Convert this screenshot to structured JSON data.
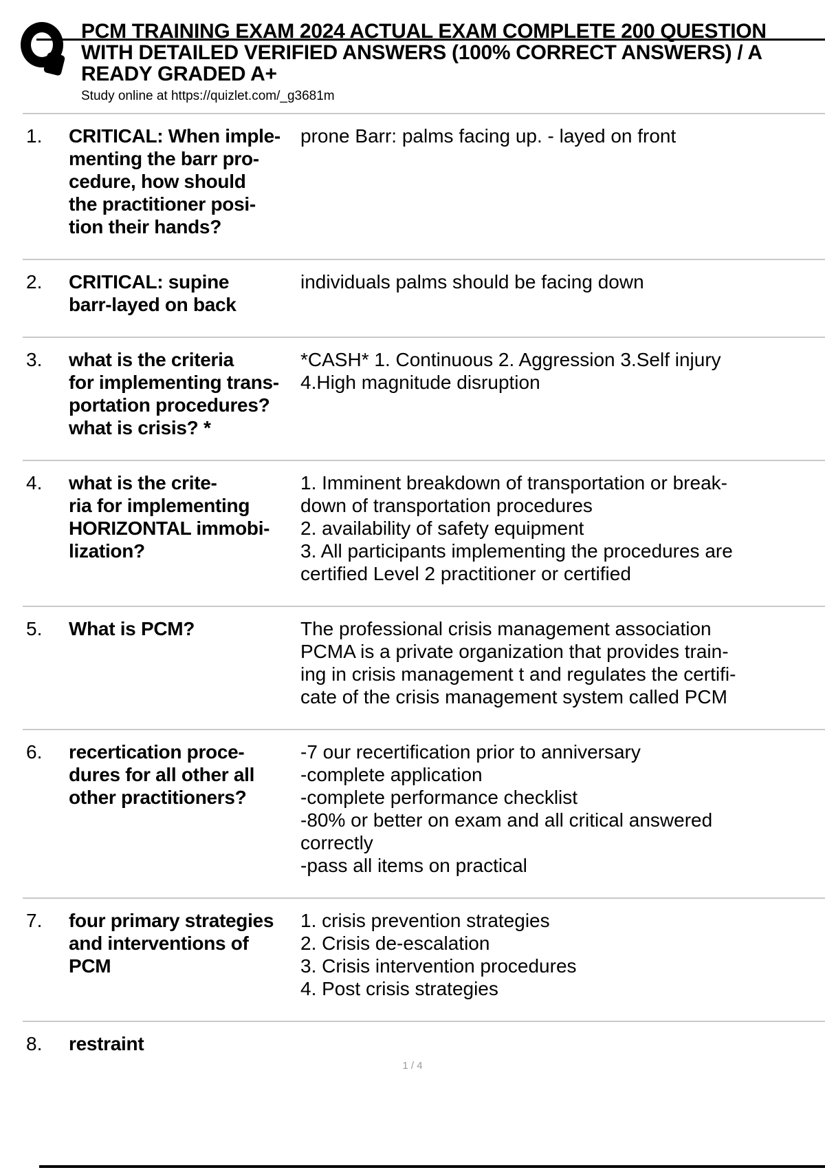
{
  "header": {
    "logo": "quizlet-q-logo",
    "title_lines": [
      "PCM TRAINING EXAM 2024 ACTUAL EXAM COMPLETE 200 QUESTION",
      "WITH DETAILED VERIFIED ANSWERS (100% CORRECT ANSWERS) / A",
      "READY GRADED A+"
    ],
    "study_online": "Study online at https://quizlet.com/_g3681m"
  },
  "qa_items": [
    {
      "number": "1.",
      "question": "CRITICAL: When imple-\nmenting the barr pro-\ncedure, how should\nthe practitioner posi-\ntion their hands?",
      "answer": "prone Barr: palms facing up. - layed on front"
    },
    {
      "number": "2.",
      "question": "CRITICAL: supine\nbarr-layed on back",
      "answer": "individuals palms should be facing down"
    },
    {
      "number": "3.",
      "question": "what is the criteria\nfor implementing trans-\nportation procedures?\nwhat is crisis? *",
      "answer": "*CASH* 1. Continuous 2. Aggression 3.Self injury\n4.High magnitude disruption"
    },
    {
      "number": "4.",
      "question": "what is the crite-\nria for implementing\nHORIZONTAL immobi-\nlization?",
      "answer": "1. Imminent breakdown of transportation or break-\ndown of transportation procedures\n2. availability of safety equipment\n3. All participants implementing the procedures are\ncertified Level 2 practitioner or certified"
    },
    {
      "number": "5.",
      "question": "What is PCM?",
      "answer": "The professional crisis management association\nPCMA is a private organization that provides train-\ning in crisis management t and regulates the certifi-\ncate of the crisis management system called PCM"
    },
    {
      "number": "6.",
      "question": "recertication proce-\ndures for all other all\nother practitioners?",
      "answer": "-7 our recertification prior to anniversary\n-complete application\n-complete performance checklist\n-80% or better on exam and all critical answered\ncorrectly\n-pass all items on practical"
    },
    {
      "number": "7.",
      "question": "four primary strategies\nand interventions of\nPCM",
      "answer": "1. crisis prevention strategies\n2. Crisis de-escalation\n3. Crisis intervention procedures\n4. Post crisis strategies"
    },
    {
      "number": "8.",
      "question": "restraint",
      "answer": ""
    }
  ],
  "footer": {
    "page_indicator": "1 / 4"
  }
}
